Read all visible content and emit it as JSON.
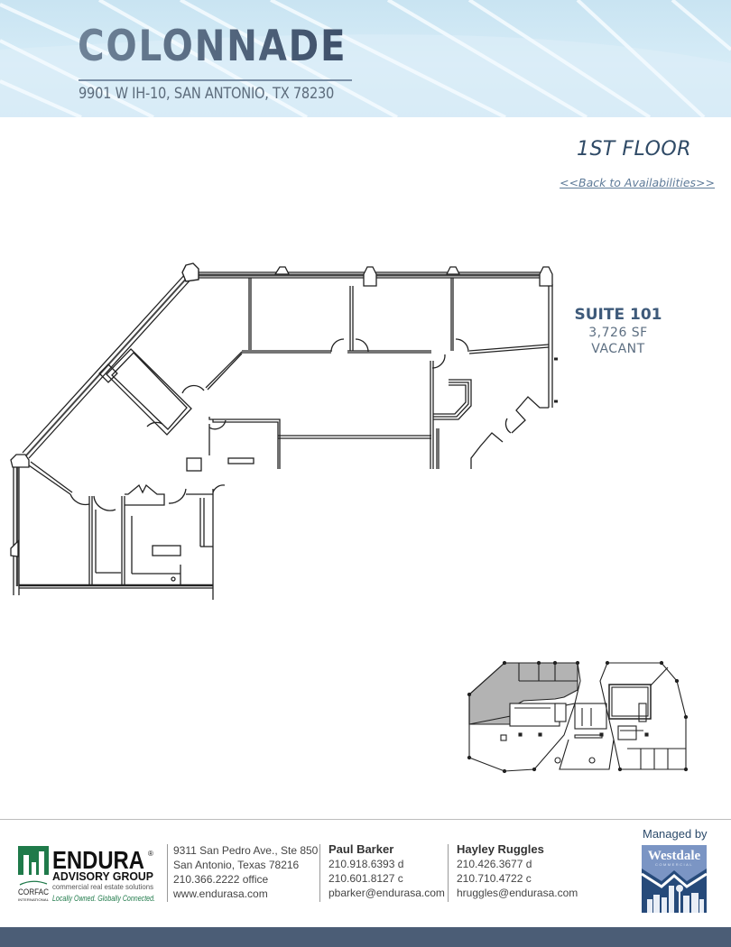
{
  "header": {
    "title": "COLONNADE",
    "address": "9901 W IH-10, SAN ANTONIO, TX 78230"
  },
  "floor": {
    "title": "1ST FLOOR",
    "back_link": "<<Back to Availabilities>>"
  },
  "suite": {
    "name": "SUITE 101",
    "size": "3,726 SF",
    "status": "VACANT"
  },
  "floor_plan": {
    "label": "suite-101-floor-plan",
    "key_plan_label": "building-key-plan",
    "highlight_color": "#b3b3b3"
  },
  "footer": {
    "company": {
      "logo_name": "ENDURA",
      "logo_sub": "ADVISORY GROUP",
      "tagline": "commercial real estate solutions",
      "affiliate": "CORFAC",
      "affiliate_sub": "INTERNATIONAL",
      "slogan": "Locally Owned. Globally Connected.",
      "address_line1": "9311 San Pedro Ave., Ste 850",
      "address_line2": "San Antonio, Texas 78216",
      "phone": "210.366.2222 office",
      "website": "www.endurasa.com"
    },
    "contacts": [
      {
        "name": "Paul Barker",
        "direct": "210.918.6393 d",
        "cell": "210.601.8127 c",
        "email": "pbarker@endurasa.com"
      },
      {
        "name": "Hayley Ruggles",
        "direct": "210.426.3677 d",
        "cell": "210.710.4722 c",
        "email": "hruggles@endurasa.com"
      }
    ],
    "managed_by": "Managed by",
    "manager_logo": "Westdale",
    "manager_logo_sub": "COMMERCIAL"
  },
  "colors": {
    "brand_dark": "#3d4f69",
    "accent_blue": "#3e5a7a",
    "endura_green": "#1f7a4a",
    "bottom_bar": "#4b5d76"
  }
}
